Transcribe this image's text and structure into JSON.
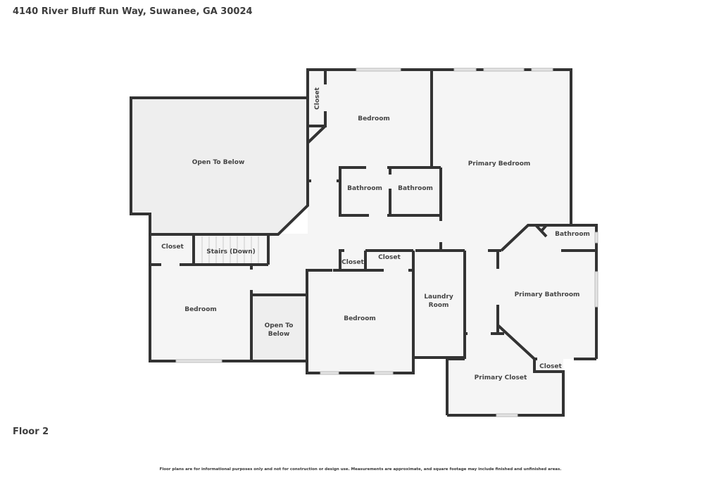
{
  "header": {
    "address": "4140 River Bluff Run Way, Suwanee, GA 30024"
  },
  "floor_label": "Floor 2",
  "disclaimer": "Floor plans are for informational purposes only and not for construction or design use. Measurements are approximate, and square footage may include finished and unfinished areas.",
  "rooms": {
    "open_to_below_large": "Open To Below",
    "closet_vertical": "Closet",
    "bedroom_top": "Bedroom",
    "primary_bedroom": "Primary Bedroom",
    "bathroom_1": "Bathroom",
    "bathroom_2": "Bathroom",
    "closet_left": "Closet",
    "stairs": "Stairs (Down)",
    "closet_mid_small": "Closet",
    "closet_mid": "Closet",
    "bedroom_left": "Bedroom",
    "open_to_below_small_1": "Open To",
    "open_to_below_small_2": "Below",
    "bedroom_center": "Bedroom",
    "laundry_1": "Laundry",
    "laundry_2": "Room",
    "bathroom_primary_small": "Bathroom",
    "primary_bathroom": "Primary Bathroom",
    "primary_closet": "Primary Closet",
    "closet_primary_bath": "Closet"
  },
  "colors": {
    "wall": "#333333",
    "floor": "#f5f5f5",
    "open_area": "#eeeeee",
    "text": "#444444"
  }
}
